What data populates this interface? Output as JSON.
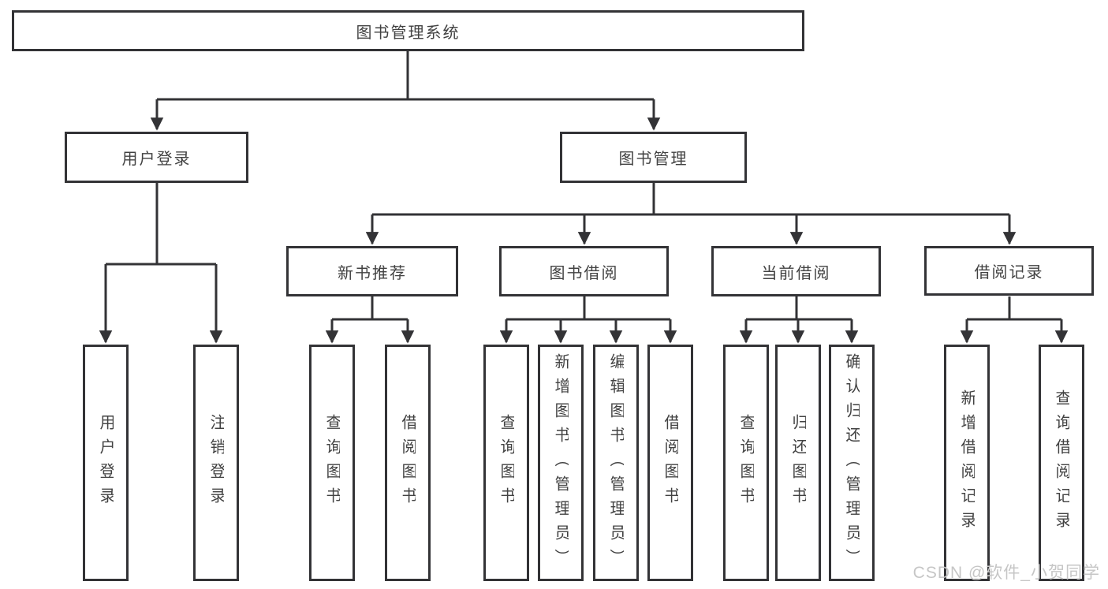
{
  "diagram": {
    "kind": "functional-structure-tree",
    "tree": {
      "label": "图书管理系统",
      "children": [
        {
          "label": "用户登录",
          "children": [
            {
              "label": "用户登录"
            },
            {
              "label": "注销登录"
            }
          ]
        },
        {
          "label": "图书管理",
          "children": [
            {
              "label": "新书推荐",
              "children": [
                {
                  "label": "查询图书"
                },
                {
                  "label": "借阅图书"
                }
              ]
            },
            {
              "label": "图书借阅",
              "children": [
                {
                  "label": "查询图书"
                },
                {
                  "label": "新增图书（管理员）"
                },
                {
                  "label": "编辑图书（管理员）"
                },
                {
                  "label": "借阅图书"
                }
              ]
            },
            {
              "label": "当前借阅",
              "children": [
                {
                  "label": "查询图书"
                },
                {
                  "label": "归还图书"
                },
                {
                  "label": "确认归还（管理员）"
                }
              ]
            },
            {
              "label": "借阅记录",
              "children": [
                {
                  "label": "新增借阅记录"
                },
                {
                  "label": "查询借阅记录"
                }
              ]
            }
          ]
        }
      ]
    },
    "colors": {
      "line": "#333336",
      "text": "#424242",
      "background": "#ffffff",
      "watermark": "#c6c6c6"
    }
  },
  "watermark": {
    "text": "CSDN @软件_小贺同学"
  }
}
